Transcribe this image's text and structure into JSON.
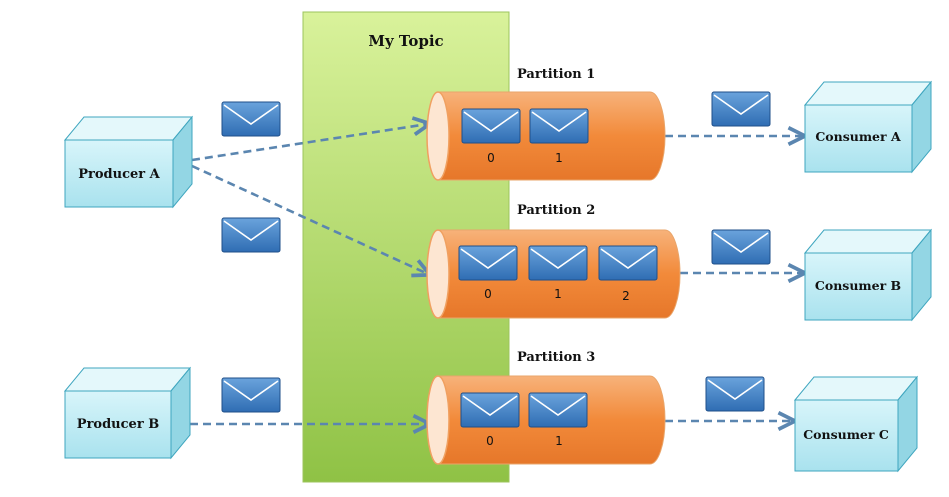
{
  "topic": {
    "title": "My Topic"
  },
  "producers": [
    {
      "label": "Producer A"
    },
    {
      "label": "Producer B"
    }
  ],
  "partitions": [
    {
      "label": "Partition 1",
      "offsets": [
        "0",
        "1"
      ]
    },
    {
      "label": "Partition 2",
      "offsets": [
        "0",
        "1",
        "2"
      ]
    },
    {
      "label": "Partition 3",
      "offsets": [
        "0",
        "1"
      ]
    }
  ],
  "consumers": [
    {
      "label": "Consumer A"
    },
    {
      "label": "Consumer B"
    },
    {
      "label": "Consumer C"
    }
  ],
  "icons": {
    "message": "envelope-icon"
  },
  "colors": {
    "topic_fill": "#b5dc71",
    "partition_fill": "#f49446",
    "box_fill": "#c6eef5",
    "message_fill": "#4a86c8",
    "arrow": "#5b86b0"
  }
}
